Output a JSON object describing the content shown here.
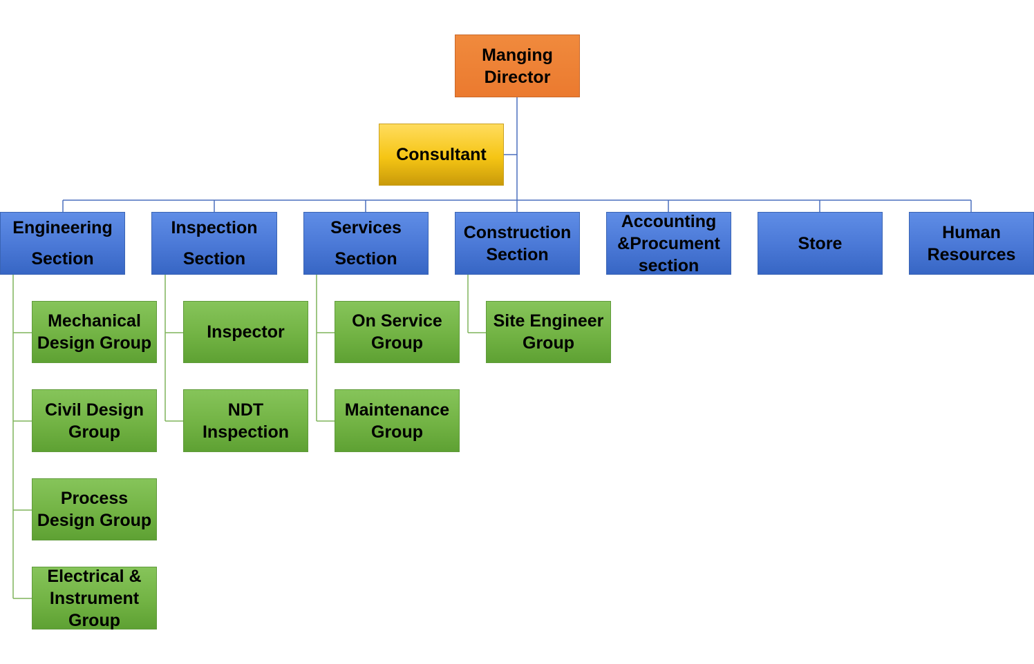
{
  "top": {
    "line1": "Manging",
    "line2": "Director"
  },
  "consultant": {
    "label": "Consultant"
  },
  "sections": {
    "engineering": {
      "line1": "Engineering",
      "line2": "Section"
    },
    "inspection": {
      "line1": "Inspection",
      "line2": "Section"
    },
    "services": {
      "line1": "Services",
      "line2": "Section"
    },
    "construction": {
      "line1": "Construction",
      "line2": "Section"
    },
    "accounting": {
      "line1": "Accounting",
      "line2": "&Procument",
      "line3": "section"
    },
    "store": {
      "line1": "Store"
    },
    "hr": {
      "line1": "Human",
      "line2": "Resources"
    }
  },
  "groups": {
    "mechanical": {
      "line1": "Mechanical",
      "line2": "Design Group"
    },
    "civil": {
      "line1": "Civil Design",
      "line2": "Group"
    },
    "process": {
      "line1": "Process",
      "line2": "Design Group"
    },
    "electrical": {
      "line1": "Electrical &",
      "line2": "Instrument",
      "line3": "Group"
    },
    "inspector": {
      "line1": "Inspector"
    },
    "ndt": {
      "line1": "NDT",
      "line2": "Inspection"
    },
    "on_service": {
      "line1": "On Service",
      "line2": "Group"
    },
    "maintenance": {
      "line1": "Maintenance",
      "line2": "Group"
    },
    "site_engineer": {
      "line1": "Site Engineer",
      "line2": "Group"
    }
  },
  "colors": {
    "connector_blue": "#4a6fbd",
    "connector_green": "#7fb35a",
    "director": "#ed7d31",
    "consultant": "#f5c514",
    "section": "#4a78d6",
    "group": "#70ad47"
  }
}
